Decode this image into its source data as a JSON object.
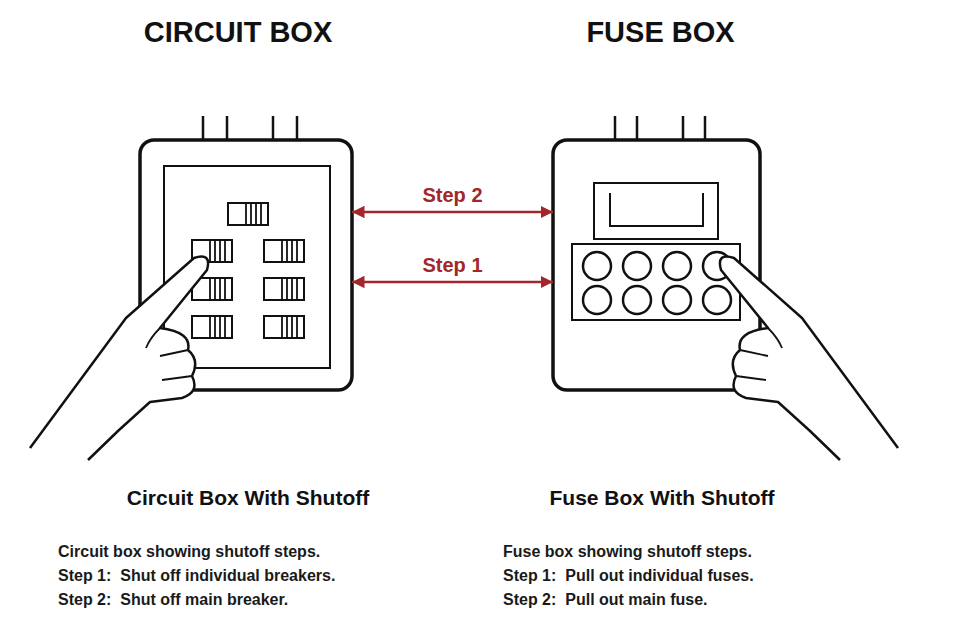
{
  "diagram": {
    "nodes": [
      {
        "text": [
          "CIRCUIT BOX"
        ]
      },
      {
        "text": [
          "FUSE BOX"
        ]
      }
    ],
    "edges": [
      {
        "from": 0,
        "to": 1,
        "arrow": "both",
        "label": "Step 2"
      },
      {
        "from": 0,
        "to": 1,
        "arrow": "both",
        "label": "Step 1"
      }
    ],
    "labels": [
      "Circuit Box With Shutoff",
      "Circuit box showing shutoff steps.",
      "Step 1:  Shut off individual breakers.",
      "Step 2:  Shut off main breaker.",
      "Fuse Box With Shutoff",
      "Fuse box showing shutoff steps.",
      "Step 1:  Pull out individual fuses.",
      "Step 2:  Pull out main fuse."
    ]
  }
}
